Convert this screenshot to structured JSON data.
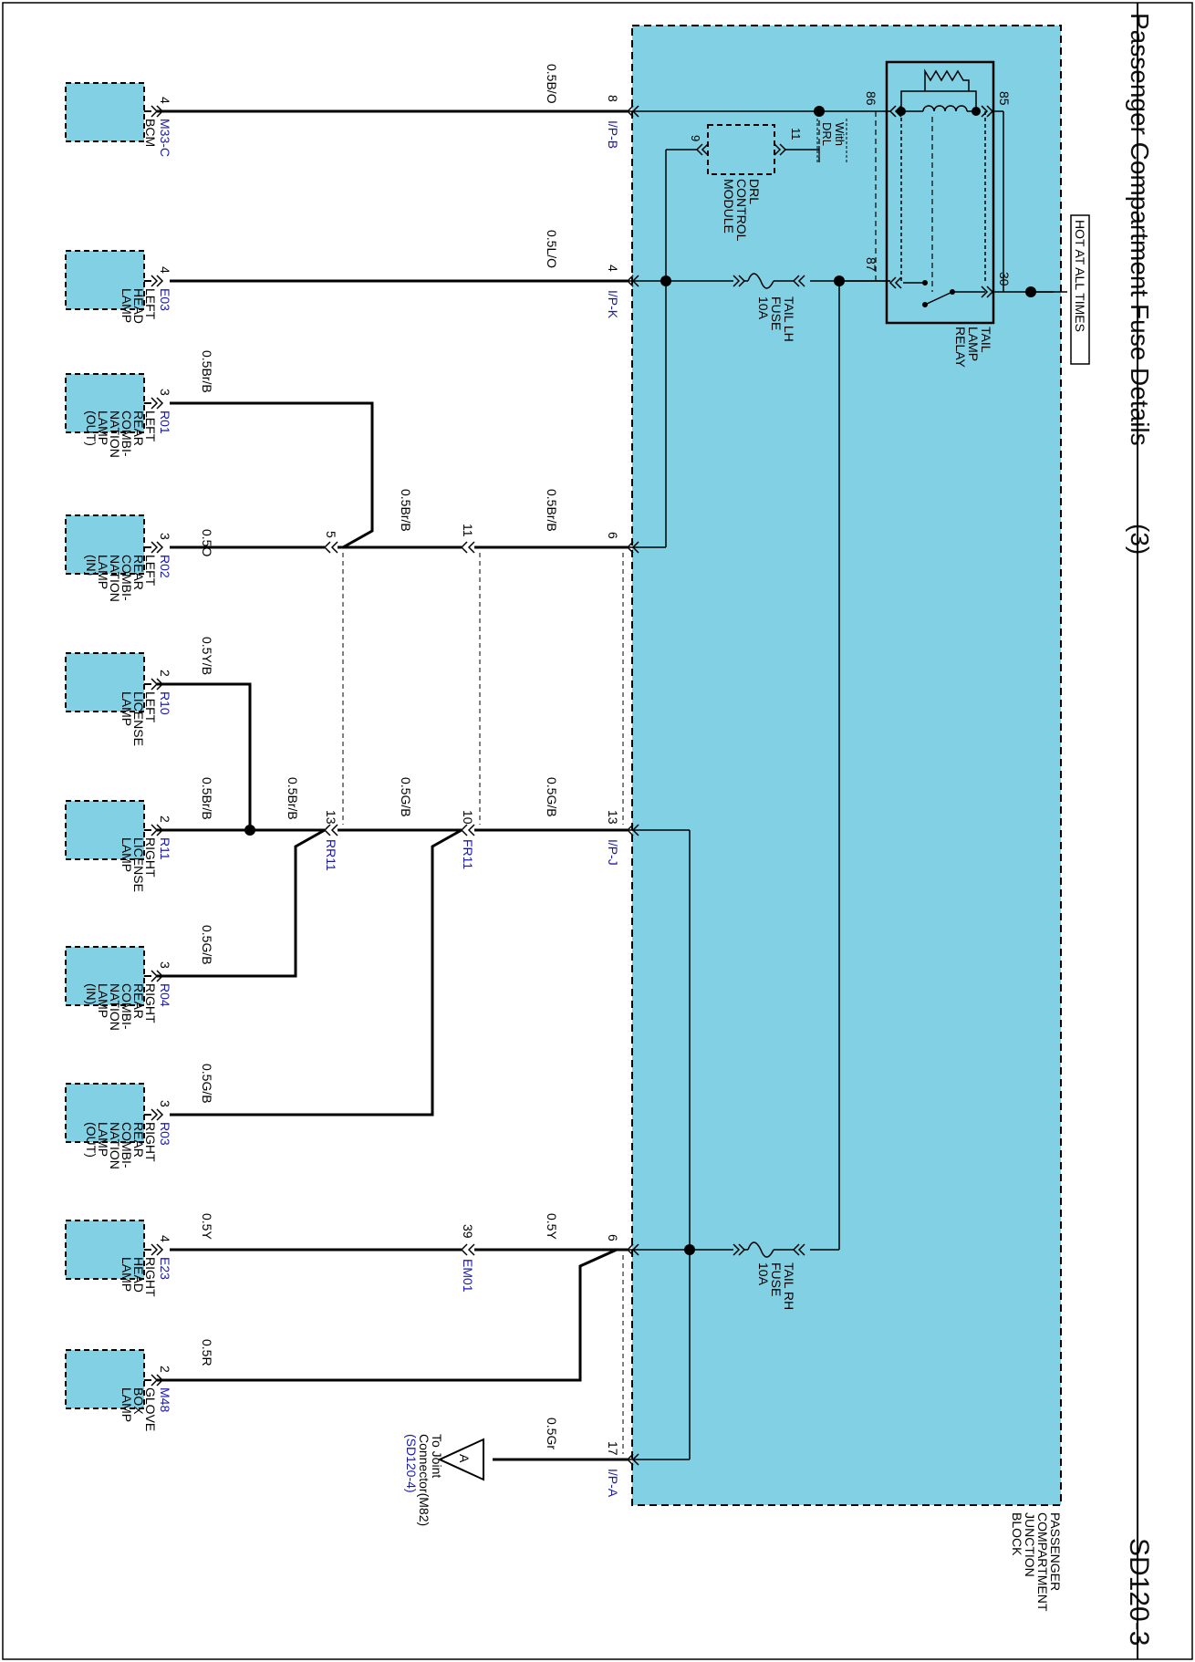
{
  "header": {
    "title": "Passenger Compartment Fuse Details",
    "page": "(3)",
    "code": "SD120-3"
  },
  "colors": {
    "block_fill": "#82d0e4",
    "wire": "#000000",
    "connector_label": "#1a1aa8"
  },
  "junction_block": {
    "name": [
      "PASSENGER",
      "COMPARTMENT",
      "JUNCTION",
      "BLOCK"
    ],
    "hot_label": "HOT AT ALL TIMES",
    "relay_name": [
      "TAIL",
      "LAMP",
      "RELAY"
    ],
    "relay_pins": [
      "86",
      "85",
      "87",
      "30"
    ],
    "drl_module": [
      "DRL",
      "CONTROL",
      "MODULE"
    ],
    "drl_pins": [
      "9",
      "11"
    ],
    "drl_option": [
      "With",
      "DRL"
    ],
    "fuse_lh": [
      "TAIL LH",
      "FUSE",
      "10A"
    ],
    "fuse_rh": [
      "TAIL RH",
      "FUSE",
      "10A"
    ]
  },
  "jb_connectors": {
    "ipb": {
      "pin": "8",
      "name": "I/P-B"
    },
    "ipk": {
      "pin": "4",
      "name": "I/P-K"
    },
    "pin6_top": {
      "pin": "6"
    },
    "ipj": {
      "pin": "13",
      "name": "I/P-J"
    },
    "pin6_bottom": {
      "pin": "6"
    },
    "ipa": {
      "pin": "17",
      "name": "I/P-A"
    }
  },
  "wire_labels": {
    "bcm": "0.5B/O",
    "lhead": "0.5L/O",
    "r01": "0.5Br/B",
    "r02_short": "0.5O",
    "mid_5_11": "0.5Br/B",
    "mid_11_6": "0.5Br/B",
    "r10": "0.5Y/B",
    "r11_short": "0.5Br/B",
    "rr11_branch": "0.5Br/B",
    "mid_13_10": "0.5G/B",
    "mid_10_13": "0.5G/B",
    "r04": "0.5G/B",
    "r03": "0.5G/B",
    "e23_left": "0.5Y",
    "e23_right": "0.5Y",
    "m48": "0.5R",
    "joint": "0.5Gr"
  },
  "inline_connectors": {
    "c5": "5",
    "c11": "11",
    "rr13": "13",
    "fr10": "10",
    "rr11": "RR11",
    "fr11": "FR11",
    "em39": "39",
    "em01": "EM01"
  },
  "components": [
    {
      "pin": "4",
      "connector": "M33-C",
      "name": [
        "BCM"
      ]
    },
    {
      "pin": "4",
      "connector": "E03",
      "name": [
        "LEFT",
        "HEAD",
        "LAMP"
      ]
    },
    {
      "pin": "3",
      "connector": "R01",
      "name": [
        "LEFT",
        "REAR",
        "COMBI-",
        "NATION",
        "LAMP",
        "(OUT)"
      ]
    },
    {
      "pin": "3",
      "connector": "R02",
      "name": [
        "LEFT",
        "REAR",
        "COMBI-",
        "NATION",
        "LAMP",
        "(IN)"
      ]
    },
    {
      "pin": "2",
      "connector": "R10",
      "name": [
        "LEFT",
        "LICENSE",
        "LAMP"
      ]
    },
    {
      "pin": "2",
      "connector": "R11",
      "name": [
        "RIGHT",
        "LICENSE",
        "LAMP"
      ]
    },
    {
      "pin": "3",
      "connector": "R04",
      "name": [
        "RIGHT",
        "REAR",
        "COMBI-",
        "NATION",
        "LAMP",
        "(IN)"
      ]
    },
    {
      "pin": "3",
      "connector": "R03",
      "name": [
        "RIGHT",
        "REAR",
        "COMBI-",
        "NATION",
        "LAMP",
        "(OUT)"
      ]
    },
    {
      "pin": "4",
      "connector": "E23",
      "name": [
        "RIGHT",
        "HEAD",
        "LAMP"
      ]
    },
    {
      "pin": "2",
      "connector": "M48",
      "name": [
        "GLOVE",
        "BOX",
        "LAMP"
      ]
    }
  ],
  "joint": {
    "symbol": "A",
    "text": [
      "To Joint",
      "Connector(M82)"
    ],
    "ref": "(SD120-4)"
  }
}
